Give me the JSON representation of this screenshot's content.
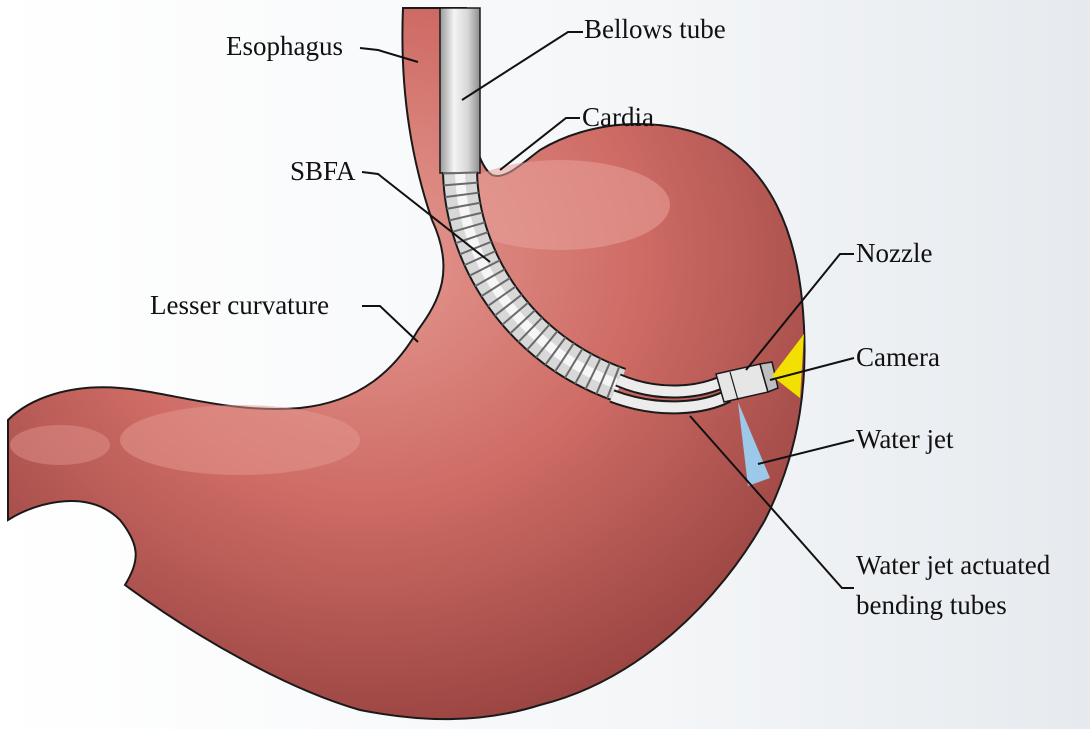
{
  "labels": {
    "esophagus": "Esophagus",
    "bellows_tube": "Bellows tube",
    "cardia": "Cardia",
    "sbfa": "SBFA",
    "nozzle": "Nozzle",
    "lesser_curvature": "Lesser curvature",
    "camera": "Camera",
    "water_jet": "Water jet",
    "bending_tubes_line1": "Water jet actuated",
    "bending_tubes_line2": "bending tubes"
  },
  "colors": {
    "stomach_fill": "#c8635f",
    "stomach_highlight": "#e49a92",
    "stomach_shadow": "#8e3b39",
    "outline": "#1a1a1a",
    "bellows_fill": "#e2e2e2",
    "camera_cone": "#f2e100",
    "water_jet_cone": "#9cc8ea"
  }
}
